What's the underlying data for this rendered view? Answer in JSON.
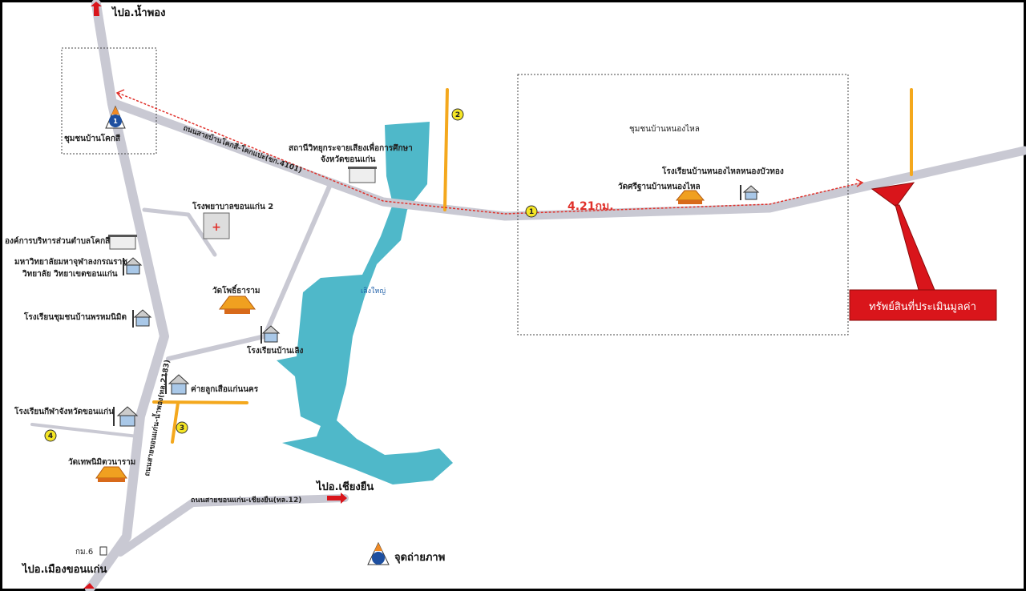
{
  "map": {
    "directions": {
      "north": "ไปอ.น้ำพอง",
      "east": "ไปอ.เชียงยืน",
      "south": "ไปอ.เมืองขอนแก่น"
    },
    "roads": {
      "kok_si_road": "ถนนสายบ้านโคกสี-โคกแปะ(ขก.4101)",
      "nam_phong_road": "ถนนสายขอนแก่น-น้ำพอง(ทล.2183)",
      "chiang_yuen_road": "ถนนสายขอนแก่น-เชียงยืน(ทล.12)"
    },
    "places": {
      "kok_si_community": "ชุมชนบ้านโคกสี",
      "radio_station_1": "สถานีวิทยุกระจายเสียงเพื่อการศึกษา",
      "radio_station_2": "จังหวัดขอนแก่น",
      "hospital": "โรงพยาบาลขอนแก่น 2",
      "sao": "องค์การบริหารส่วนตำบลโคกสี",
      "university_1": "มหาวิทยาลัยมหาจุฬาลงกรณราช",
      "university_2": "วิทยาลัย วิทยาเขตขอนแก่น",
      "wat_pho": "วัดโพธิ์ธาราม",
      "school_phrom": "โรงเรียนชุมชนบ้านพรหมนิมิต",
      "school_loeng": "โรงเรียนบ้านเลิง",
      "lake": "เลิงใหญ่",
      "scout_camp": "ค่ายลูกเสือแก่นนคร",
      "sports_school": "โรงเรียนกีฬาจังหวัดขอนแก่น",
      "wat_thep": "วัดเทพนิมิตวนาราม",
      "km6": "กม.6",
      "nong_lai_community": "ชุมชนบ้านหนองไหล",
      "nong_lai_school": "โรงเรียนบ้านหนองไหลหนองบัวทอง",
      "wat_sri": "วัดศรีฐานบ้านหนองไหล"
    },
    "distance": "4.21กม.",
    "subject_property": "ทรัพย์สินที่ประเมินมูลค่า",
    "markers": [
      "1",
      "2",
      "3",
      "4"
    ],
    "photo_point_number": "1",
    "legend_photo_point": "จุดถ่ายภาพ",
    "colors": {
      "road": "#c9c9d3",
      "lake": "#4fb8c9",
      "minor_road": "#f4a81d",
      "subject": "#d9151b",
      "route": "#e0302a"
    }
  }
}
